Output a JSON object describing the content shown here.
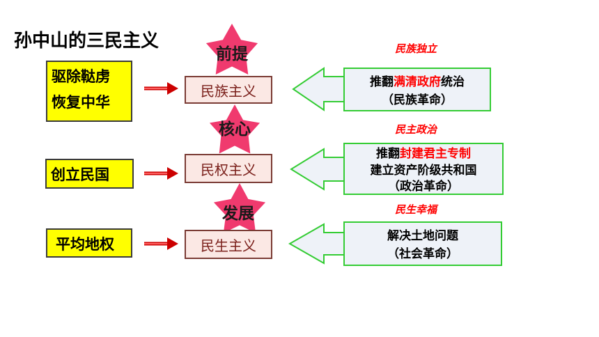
{
  "title": "孙中山的三民主义",
  "rows": [
    {
      "slogan": [
        "驱除鞑虏",
        "恢复中华"
      ],
      "principle": "民族主义",
      "star_label": "前提",
      "goal": "民族独立",
      "content": {
        "line1_prefix": "推翻",
        "line1_highlight": "满清政府",
        "line1_suffix": "统治",
        "lines": [
          "（民族革命）"
        ]
      }
    },
    {
      "slogan": [
        "创立民国"
      ],
      "principle": "民权主义",
      "star_label": "核心",
      "goal": "民主政治",
      "content": {
        "line1_prefix": "推翻",
        "line1_highlight": "封建君主专制",
        "line1_suffix": "",
        "lines": [
          "建立资产阶级共和国",
          "（政治革命）"
        ]
      }
    },
    {
      "slogan": [
        "平均地权"
      ],
      "principle": "民生主义",
      "star_label": "发展",
      "goal": "民生幸福",
      "content": {
        "line1_prefix": "",
        "line1_highlight": "",
        "line1_suffix": "",
        "lines": [
          "解决土地问题",
          "（社会革命）"
        ]
      }
    }
  ],
  "colors": {
    "star": "#f03a6e",
    "slogan_bg": "#ffff00",
    "principle_bg": "#fbe8e4",
    "content_border": "#33cc33",
    "highlight": "#ff0000",
    "arrow_red": "#cc0000"
  }
}
